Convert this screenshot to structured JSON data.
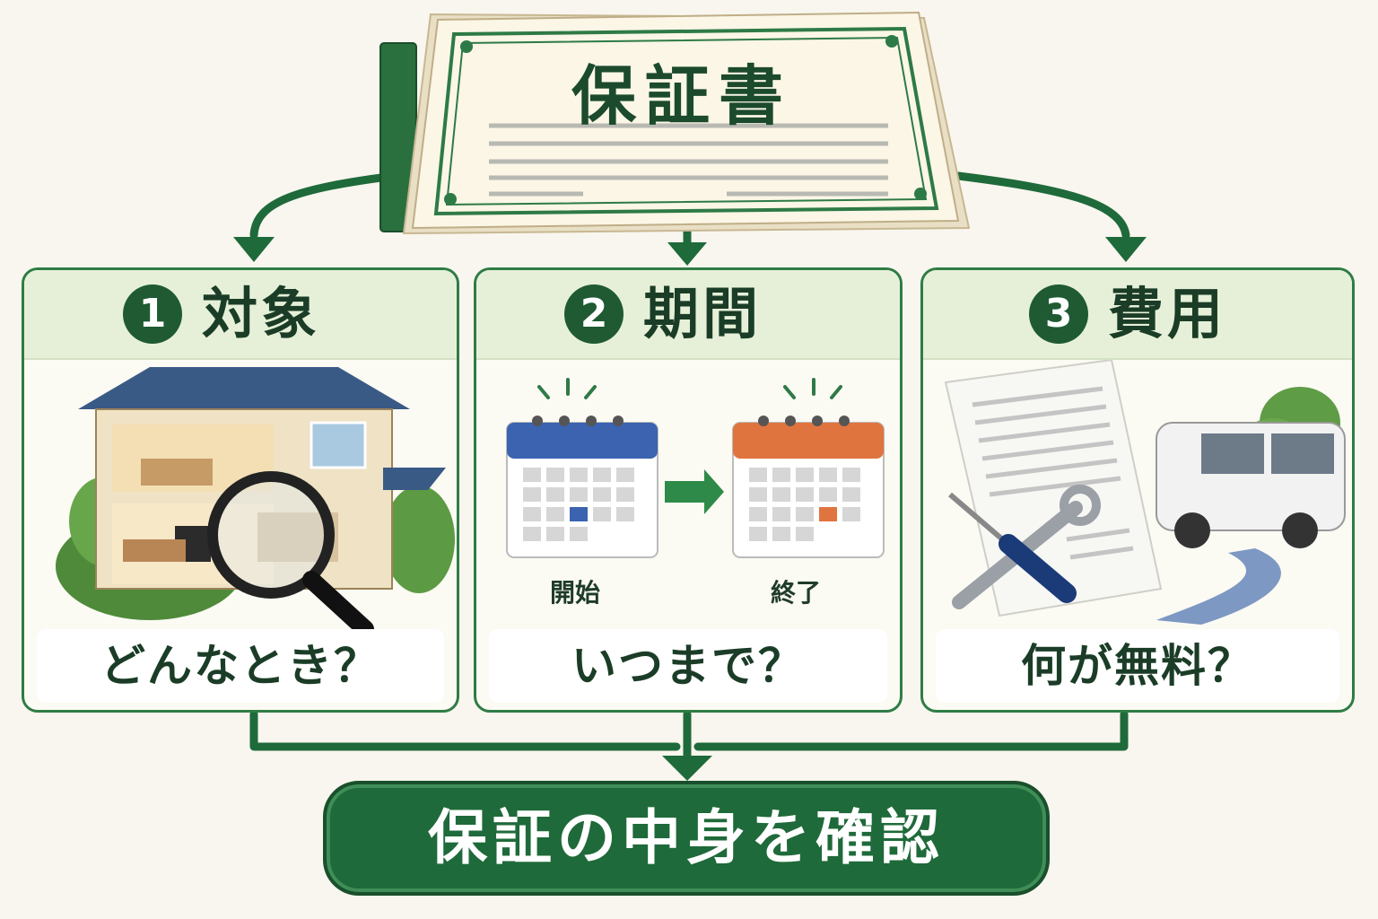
{
  "certificate": {
    "title": "保証書"
  },
  "panels": [
    {
      "number": "1",
      "title": "対象",
      "question": "どんなとき？"
    },
    {
      "number": "2",
      "title": "期間",
      "question": "いつまで？",
      "start_label": "開始",
      "end_label": "終了"
    },
    {
      "number": "3",
      "title": "費用",
      "question": "何が無料？"
    }
  ],
  "result": {
    "label": "保証の中身を確認"
  },
  "colors": {
    "primary_green": "#1f6a3a",
    "light_green": "#e6f0d8",
    "calendar_start": "#3b63b0",
    "calendar_end": "#e0743f",
    "background": "#f8f6ee"
  }
}
